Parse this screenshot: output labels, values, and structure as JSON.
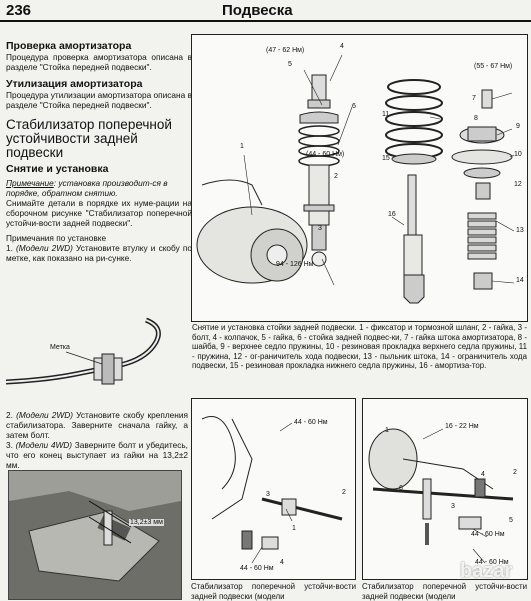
{
  "header": {
    "page_number": "236",
    "title": "Подвеска"
  },
  "left": {
    "sec1_title": "Проверка амортизатора",
    "sec1_body": "Процедура проверка амортизатора описана в разделе \"Стойка передней подвески\".",
    "sec2_title": "Утилизация амортизатора",
    "sec2_body": "Процедура утилизации амортизатора описана в разделе \"Стойка передней подвески\".",
    "sec3_title": "Стабилизатор поперечной устойчивости задней подвески",
    "sec3_sub": "Снятие и установка",
    "note_label": "Примечание",
    "note_text": ": установка производит-ся в порядке, обратном снятию.",
    "p1": "Снимайте детали в порядке их нуме-рации на сборочном рисунке \"Стабилизатор поперечной устойчи-вости задней подвески\".",
    "p2_title": "Примечания по установке",
    "p2_a": "1. ",
    "p2_b": "(Модели 2WD)",
    "p2_c": " Установите втулку и скобу по метке, как показано на ри-сунке.",
    "fig1_label": "Метка",
    "p3_a": "2. ",
    "p3_b": "(Модели 2WD)",
    "p3_c": " Установите скобу крепления стабилизатора. Заверните сначала гайку, а затем болт.",
    "p4_a": "3. ",
    "p4_b": "(Модели 4WD)",
    "p4_c": " Заверните болт и убедитесь, что его конец выступает из гайки на 13,2±2 мм.",
    "fig2_label": "13,2±3 мм"
  },
  "fig_strut": {
    "torque_top": "(47 - 62 Нм)",
    "torque_mid": "(44 - 60 Нм)",
    "torque_bottom": "94 - 126 Нм",
    "torque_right": "(55 - 67 Нм)",
    "nums": [
      "1",
      "2",
      "3",
      "4",
      "5",
      "6",
      "7",
      "8",
      "9",
      "10",
      "11",
      "12",
      "13",
      "14",
      "15",
      "16"
    ],
    "caption": "Снятие и установка стойки задней подвески. 1 - фиксатор и тормозной шланг, 2 - гайка, 3 - болт, 4 - колпачок, 5 - гайка, 6 - стойка задней подвес-ки, 7 - гайка штока амортизатора, 8 - шайба, 9 - верхнее седло пружины, 10 - резиновая прокладка верхнего седла пружины, 11 - пружина, 12 - ог-раничитель хода подвески, 13 - пыльник штока, 14 - ограничитель хода подвески, 15 - резиновая прокладка нижнего седла пружины, 16 - амортиза-тор."
  },
  "fig_stab_left": {
    "torque_a": "44 - 60 Нм",
    "torque_b": "44 - 60 Нм",
    "nums": [
      "1",
      "2",
      "3",
      "4"
    ],
    "caption": "Стабилизатор поперечной устойчи-вости задней подвески (модели"
  },
  "fig_stab_right": {
    "torque_a": "16 - 22 Нм",
    "torque_b": "44 - 60 Нм",
    "torque_c": "44 - 60 Нм",
    "nums": [
      "1",
      "2",
      "3",
      "4",
      "5",
      "6"
    ],
    "caption": "Стабилизатор поперечной устойчи-вости задней подвески (модели"
  },
  "watermark": "bazar"
}
